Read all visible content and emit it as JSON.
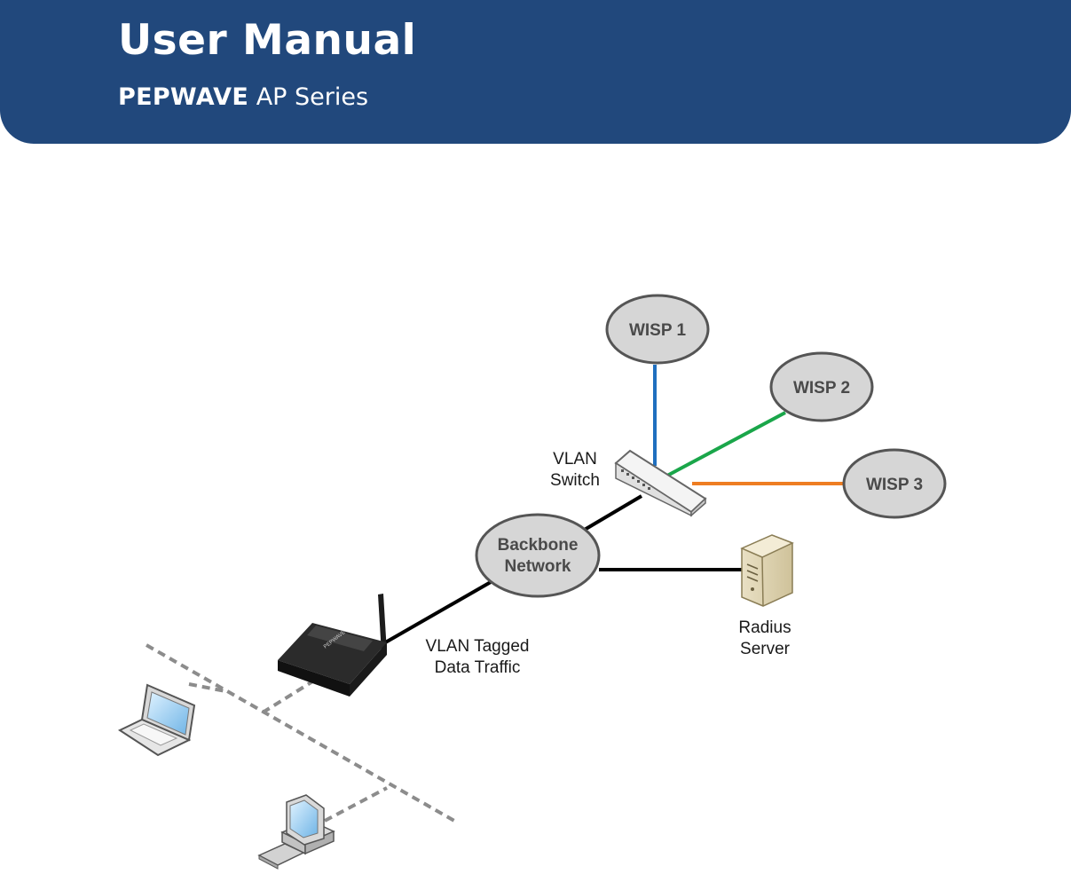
{
  "header": {
    "title": "User Manual",
    "brand": "PEPWAVE",
    "series": "AP Series",
    "background_color": "#21487c"
  },
  "diagram": {
    "nodes": {
      "wisp1": "WISP 1",
      "wisp2": "WISP 2",
      "wisp3": "WISP 3",
      "backbone_line1": "Backbone",
      "backbone_line2": "Network"
    },
    "labels": {
      "vlan_switch_line1": "VLAN",
      "vlan_switch_line2": "Switch",
      "radius_line1": "Radius",
      "radius_line2": "Server",
      "traffic_line1": "VLAN Tagged",
      "traffic_line2": "Data Traffic"
    },
    "device_branding": "PEPWAVE",
    "link_colors": {
      "wisp1": "#1f6fbf",
      "wisp2": "#1aa64a",
      "wisp3": "#ee7d22",
      "wired": "#000000",
      "wireless": "#8c8c8c"
    },
    "icons": [
      "vlan-switch-icon",
      "radius-server-icon",
      "access-point-icon",
      "laptop-icon",
      "desktop-computer-icon"
    ]
  }
}
